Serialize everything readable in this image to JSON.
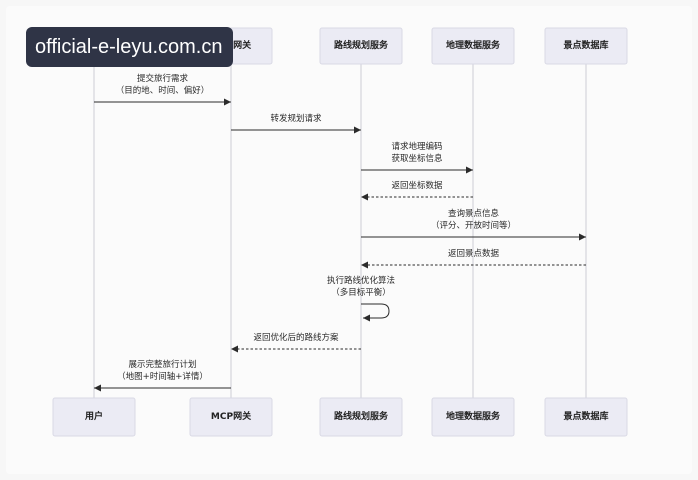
{
  "watermark": {
    "text": "official-e-leyu.com.cn"
  },
  "participants": [
    "用户",
    "MCP网关",
    "路线规划服务",
    "地理数据服务",
    "景点数据库"
  ],
  "messages": [
    {
      "from": 0,
      "to": 1,
      "dashed": false,
      "label": [
        "提交旅行需求",
        "（目的地、时间、偏好）"
      ]
    },
    {
      "from": 1,
      "to": 2,
      "dashed": false,
      "label": [
        "转发规划请求"
      ]
    },
    {
      "from": 2,
      "to": 3,
      "dashed": false,
      "label": [
        "请求地理编码",
        "获取坐标信息"
      ]
    },
    {
      "from": 3,
      "to": 2,
      "dashed": true,
      "label": [
        "返回坐标数据"
      ]
    },
    {
      "from": 2,
      "to": 4,
      "dashed": false,
      "label": [
        "查询景点信息",
        "（评分、开放时间等）"
      ]
    },
    {
      "from": 4,
      "to": 2,
      "dashed": true,
      "label": [
        "返回景点数据"
      ]
    },
    {
      "from": 2,
      "to": 2,
      "dashed": false,
      "label": [
        "执行路线优化算法",
        "（多目标平衡）"
      ]
    },
    {
      "from": 2,
      "to": 1,
      "dashed": true,
      "label": [
        "返回优化后的路线方案"
      ]
    },
    {
      "from": 1,
      "to": 0,
      "dashed": false,
      "label": [
        "展示完整旅行计划",
        "（地图+时间轴+详情）"
      ]
    }
  ],
  "colors": {
    "participant_box": "#ebebf4",
    "arrow": "#2b2b2b",
    "watermark_background": "#2f3446"
  }
}
